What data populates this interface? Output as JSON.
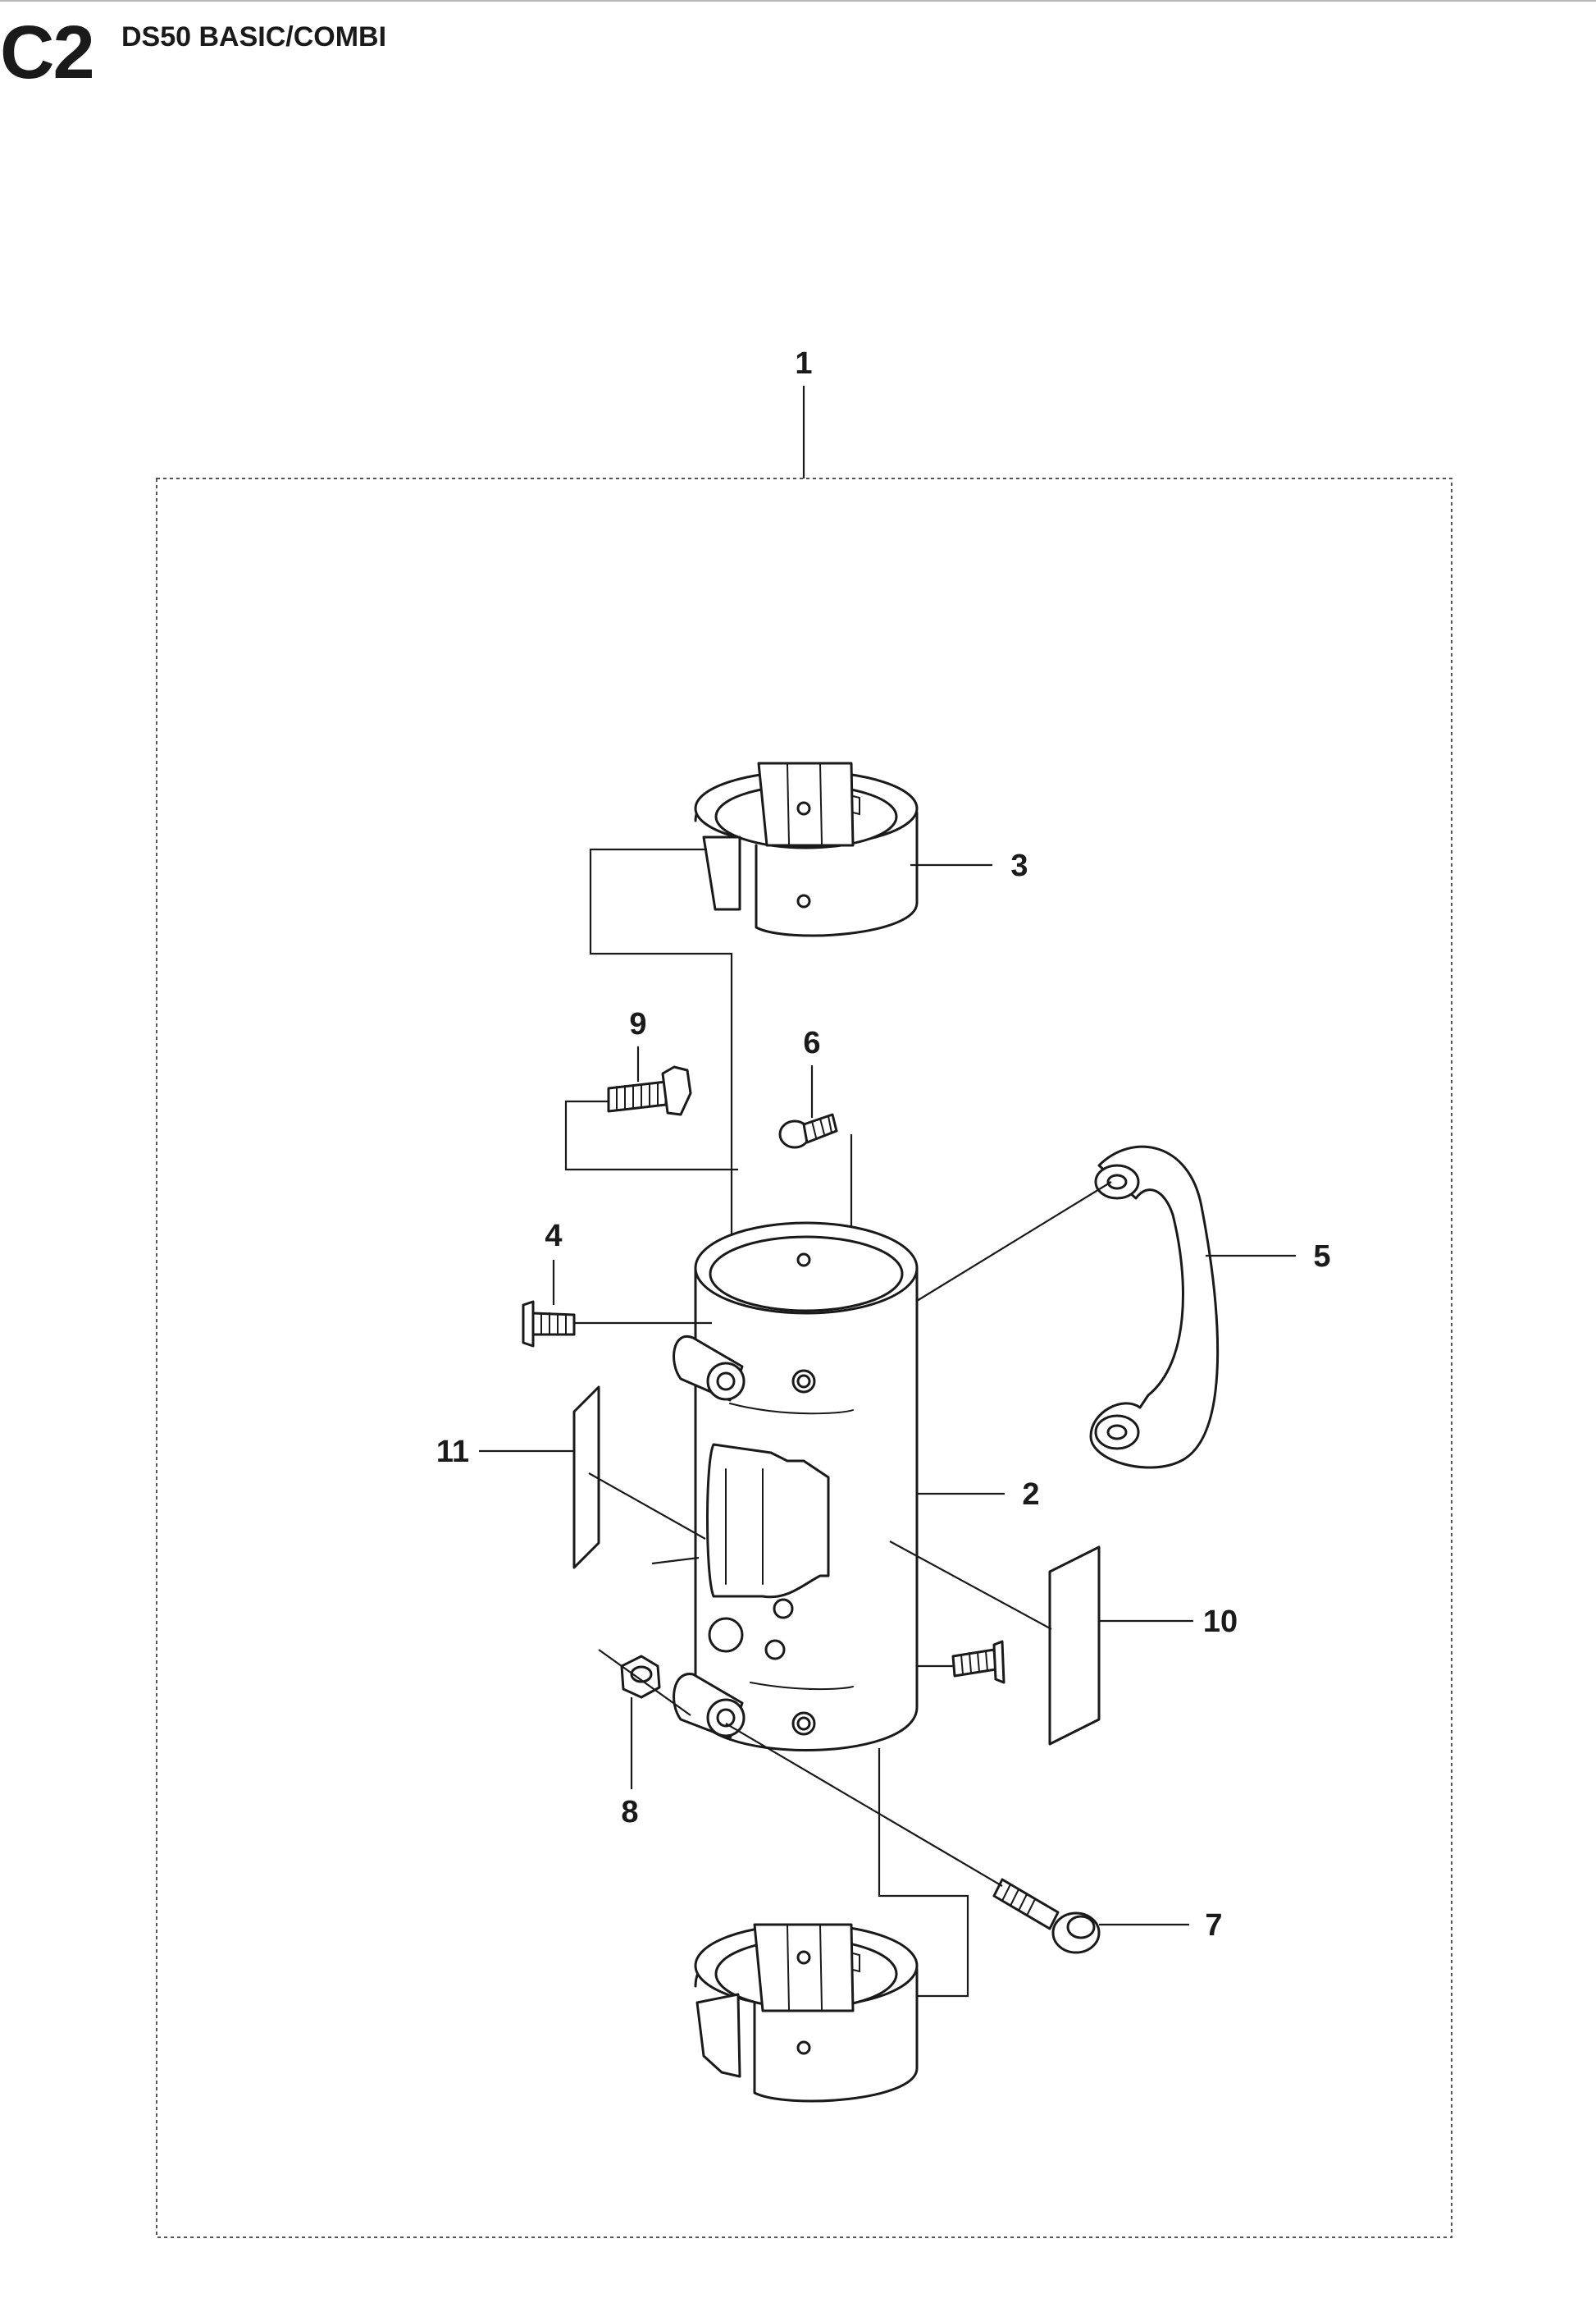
{
  "header": {
    "section_code": "C2",
    "model_title": "DS50 BASIC/COMBI"
  },
  "callouts": [
    "1",
    "2",
    "3",
    "4",
    "5",
    "6",
    "7",
    "8",
    "9",
    "10",
    "11"
  ]
}
